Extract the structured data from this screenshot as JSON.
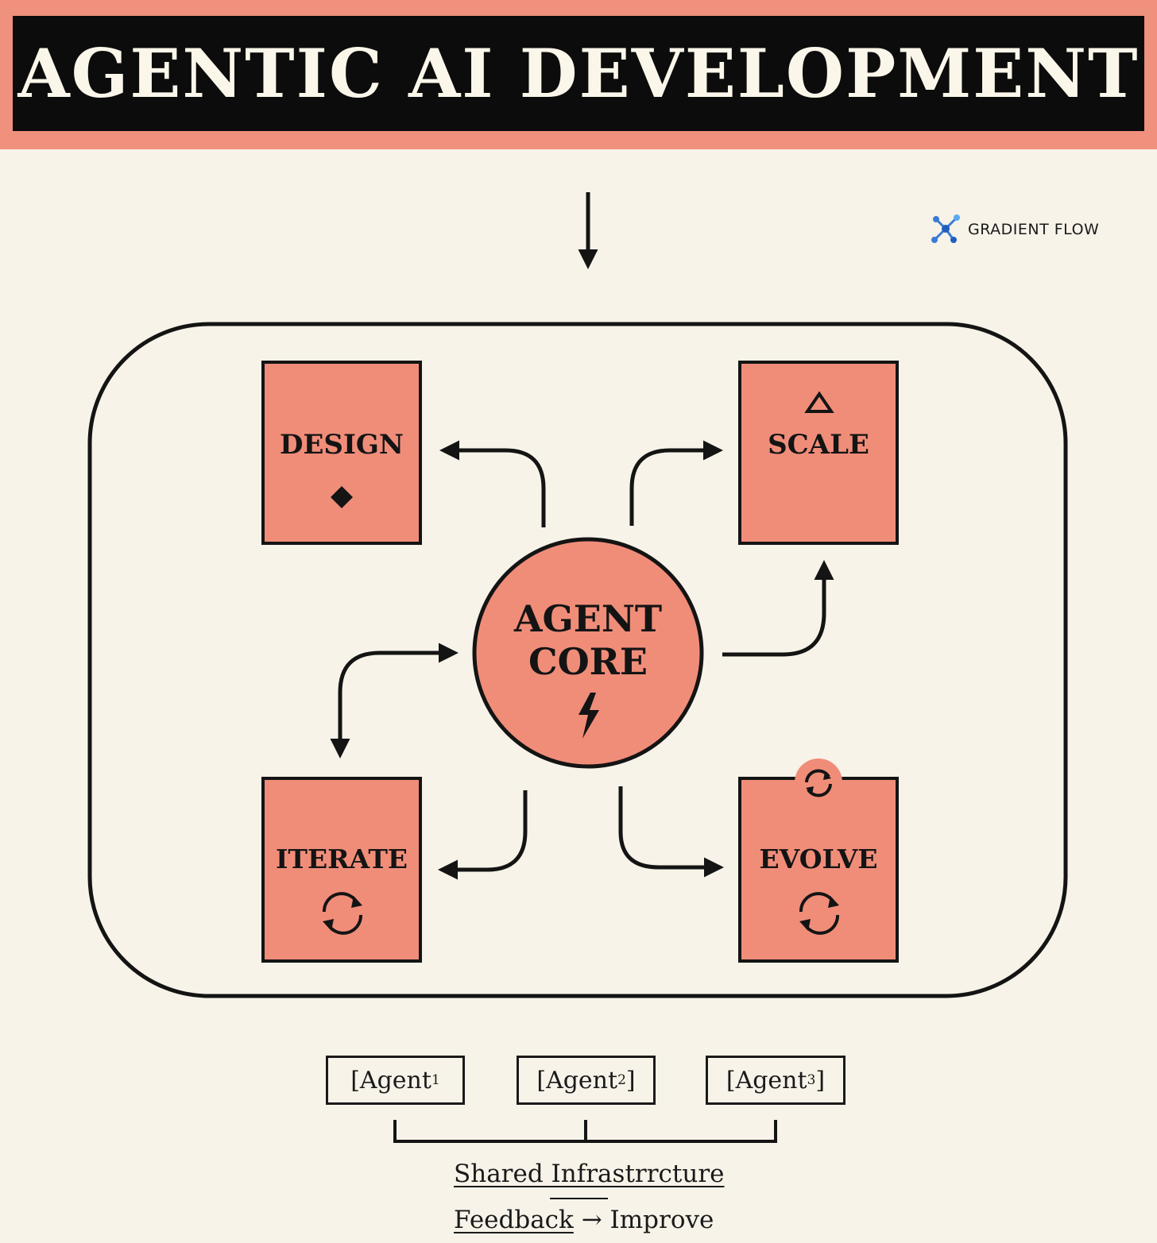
{
  "title": "AGENTIC AI DEVELOPMENT",
  "brand": {
    "name": "GRADIENT FLOW",
    "icon": "network-nodes-icon"
  },
  "colors": {
    "accent": "#f0917d",
    "box_fill": "#f08d79",
    "background": "#f7f3e9",
    "ink": "#141414",
    "brand_blue": "#3a7bd5"
  },
  "center": {
    "line1": "AGENT",
    "line2": "CORE",
    "icon": "lightning-bolt-icon"
  },
  "nodes": {
    "design": {
      "label": "DESIGN",
      "icon": "diamond-icon"
    },
    "scale": {
      "label": "SCALE",
      "icon": "triangle-icon"
    },
    "iterate": {
      "label": "ITERATE",
      "icon": "refresh-cycle-icon"
    },
    "evolve": {
      "label": "EVOLVE",
      "icon": "refresh-cycle-icon"
    }
  },
  "agents": [
    {
      "base": "[Agent",
      "sup": "1",
      "close": ""
    },
    {
      "base": "[Agent",
      "sup": "2",
      "close": "]"
    },
    {
      "base": "[Agent",
      "sup": "3",
      "close": "]"
    }
  ],
  "footer": {
    "shared": "Shared Infrastrrcture",
    "feedback": "Feedback",
    "arrow": "→",
    "improve": "Improve"
  }
}
